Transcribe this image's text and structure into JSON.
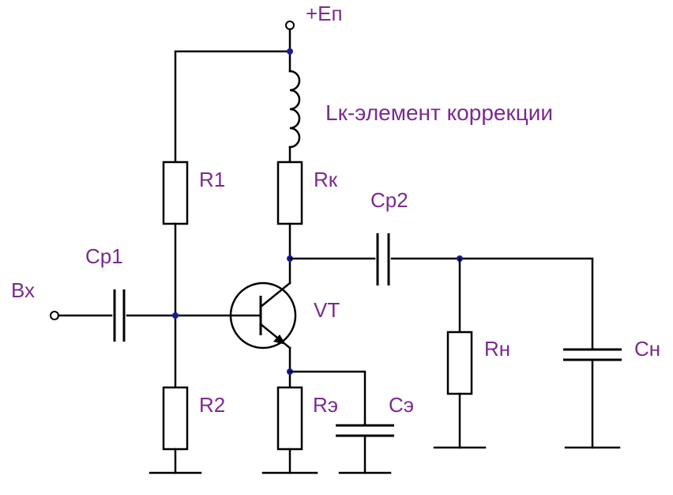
{
  "labels": {
    "supply": "+Еп",
    "lk": "Lк-элемент коррекции",
    "r1": "R1",
    "rk": "Rк",
    "cp2": "Ср2",
    "cp1": "Ср1",
    "input": "Вх",
    "vt": "VT",
    "rn": "Rн",
    "cn": "Сн",
    "r2": "R2",
    "re": "Rэ",
    "ce": "Сэ"
  },
  "colors": {
    "label": "#7b2a8e",
    "node": "#1a1aa0",
    "wire": "#000000"
  }
}
